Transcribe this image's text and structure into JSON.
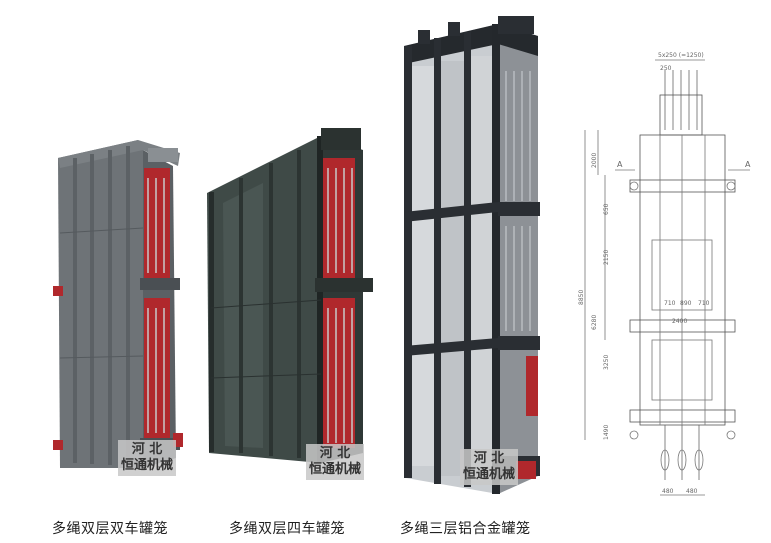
{
  "captions": {
    "cage_1": "多绳双层双车罐笼",
    "cage_2": "多绳双层四车罐笼",
    "cage_3": "多绳三层铝合金罐笼"
  },
  "watermark": {
    "line1": "河 北",
    "line2": "恒通机械"
  },
  "drawing": {
    "dim_top": "5x250 (=1250)",
    "dim_250": "250",
    "dim_2000": "2000",
    "dim_650": "650",
    "dim_2150": "2150",
    "dim_8850": "8850",
    "dim_6280": "6280",
    "dim_3250": "3250",
    "dim_1490": "1490",
    "dim_710a": "710",
    "dim_890": "890",
    "dim_710b": "710",
    "dim_2400": "2400",
    "dim_480a": "480",
    "dim_480b": "480",
    "section_left": "A",
    "section_right": "A"
  },
  "colors": {
    "cage1_body": "#6f7478",
    "cage2_body": "#3f4a47",
    "cage3_body": "#c8ccd0",
    "frame_dark": "#22262a",
    "interior_red": "#b0282c"
  }
}
